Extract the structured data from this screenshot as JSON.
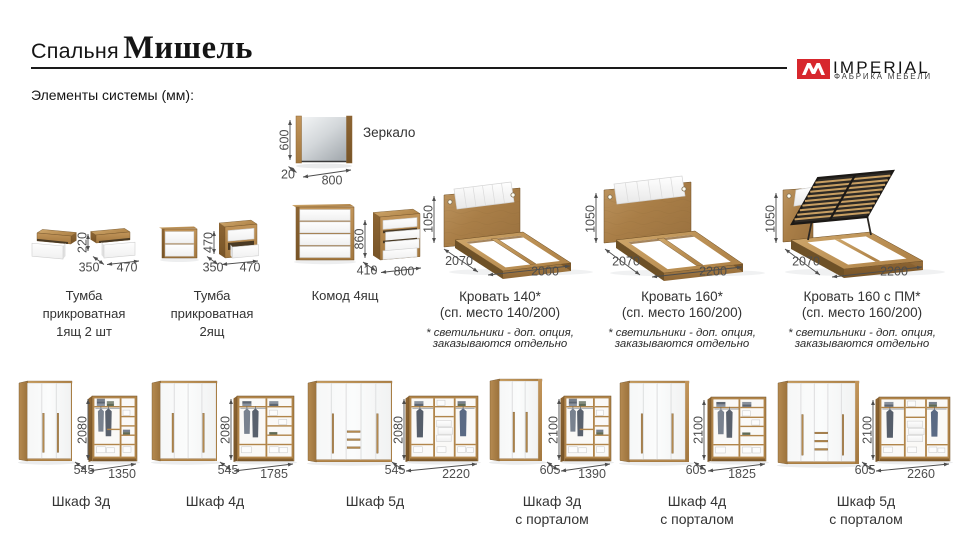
{
  "page": {
    "title_prefix": "Спальня",
    "title_name": "Мишель",
    "subtitle": "Элементы системы (мм):"
  },
  "brand": {
    "name": "IMPERIAL",
    "tagline": "ФАБРИКА МЕБЕЛИ",
    "accent_color": "#d7272d"
  },
  "items": [
    {
      "name": "Зеркало",
      "height": "600",
      "depth": "20",
      "width": "800"
    },
    {
      "line1": "Тумба",
      "line2": "прикроватная",
      "line3": "1ящ 2 шт",
      "height": "220",
      "depth": "350",
      "width": "470"
    },
    {
      "line1": "Тумба",
      "line2": "прикроватная",
      "line3": "2ящ",
      "height": "470",
      "depth": "350",
      "width": "470"
    },
    {
      "name": "Комод 4ящ",
      "height": "860",
      "depth": "410",
      "width": "800"
    },
    {
      "name": "Кровать 140*",
      "seat": "(сп. место 140/200)",
      "note1": "* светильники - доп. опция,",
      "note2": "заказываются отдельно",
      "height": "1050",
      "depth": "2070",
      "width": "2000"
    },
    {
      "name": "Кровать 160*",
      "seat": "(сп. место 160/200)",
      "note1": "* светильники - доп. опция,",
      "note2": "заказываются отдельно",
      "height": "1050",
      "depth": "2070",
      "width": "2200"
    },
    {
      "name": "Кровать 160 с ПМ*",
      "seat": "(сп. место 160/200)",
      "note1": "* светильники - доп. опция,",
      "note2": "заказываются отдельно",
      "height": "1050",
      "depth": "2070",
      "width": "2200"
    },
    {
      "name": "Шкаф 3д",
      "height": "2080",
      "depth": "545",
      "width": "1350"
    },
    {
      "name": "Шкаф 4д",
      "height": "2080",
      "depth": "545",
      "width": "1785"
    },
    {
      "name": "Шкаф 5д",
      "height": "2080",
      "depth": "545",
      "width": "2220"
    },
    {
      "name": "Шкаф 3д",
      "name2": "с порталом",
      "height": "2100",
      "depth": "605",
      "width": "1390"
    },
    {
      "name": "Шкаф 4д",
      "name2": "с порталом",
      "height": "2100",
      "depth": "605",
      "width": "1825"
    },
    {
      "name": "Шкаф 5д",
      "name2": "с порталом",
      "height": "2100",
      "depth": "605",
      "width": "2260"
    }
  ]
}
